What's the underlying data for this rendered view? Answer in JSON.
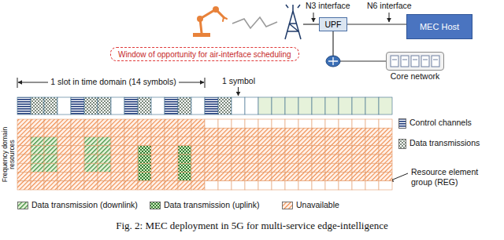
{
  "diagram": {
    "caption": "Fig. 2: MEC deployment in 5G for multi-service edge-intelligence",
    "nodes": [
      {
        "text": [
          "UPF"
        ]
      },
      {
        "text": [
          "MEC Host"
        ]
      },
      {
        "text": [
          "Window of opportunity for air-interface scheduling"
        ]
      },
      {
        "text": [
          "Core network"
        ]
      }
    ],
    "edges": [
      {
        "from": 0,
        "to": 1,
        "arrow": "none"
      },
      {
        "from": 0,
        "to": 3,
        "arrow": "none"
      }
    ],
    "labels": [
      "N3 interface",
      "N6 interface",
      "1 slot in time domain (14 symbols)",
      "1 symbol",
      "Frequency domain resources",
      "Resource element group (REG)"
    ],
    "legend": [
      {
        "text": "Control channels"
      },
      {
        "text": "Data transmissions"
      },
      {
        "text": "Data transmission (downlink)"
      },
      {
        "text": "Data transmission (uplink)"
      },
      {
        "text": "Unavailable"
      }
    ]
  }
}
